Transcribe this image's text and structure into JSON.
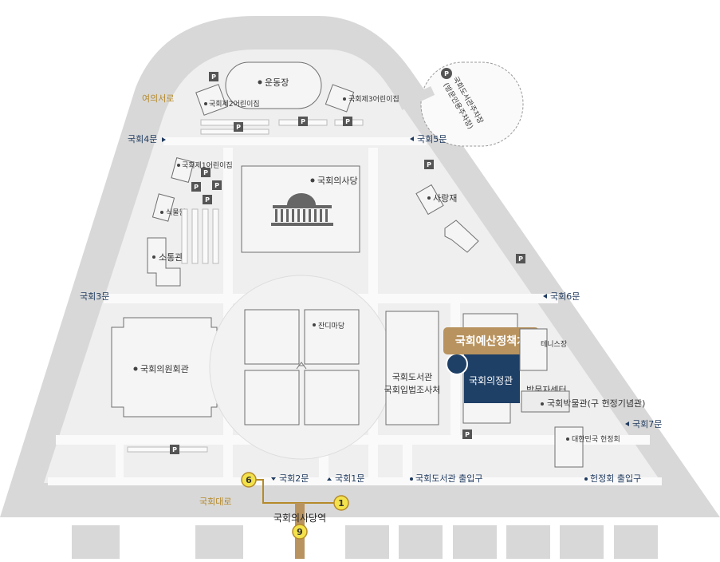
{
  "map": {
    "highlight_label": "국회예산정책처",
    "parking_letter": "P",
    "roads": {
      "yeouiseoro": "여의서로",
      "gukhoedaero": "국회대로"
    },
    "gates": {
      "gate1": "국회1문",
      "gate2": "국회2문",
      "gate3": "국회3문",
      "gate4": "국회4문",
      "gate5": "국회5문",
      "gate6": "국회6문",
      "gate7": "국회7문",
      "library_entrance": "국회도서관 출입구",
      "constitution_entrance": "헌정회 출입구"
    },
    "buildings": {
      "parking_lot_line1": "국회도서관주차장",
      "parking_lot_line2": "(방문인용주차장)",
      "stadium": "운동장",
      "daycare2": "국회제2어린이집",
      "daycare3": "국회제3어린이집",
      "daycare1": "국회제1어린이집",
      "assembly_hall": "국회의사당",
      "greenhouse": "식물원",
      "sotong": "소통관",
      "sarangjae": "사랑재",
      "members_office": "국회의원회관",
      "lawn": "잔디마당",
      "library_line1": "국회도서관",
      "library_line2": "국회입법조사처",
      "tennis": "테니스장",
      "main_building": "국회의정관",
      "visitor_center": "방문자센터",
      "museum": "국회박물관(구 헌정기념관)",
      "constitution_assoc": "대한민국 헌정회"
    },
    "subway": {
      "station": "국회의사당역",
      "line6": "6",
      "line1": "1",
      "line9": "9"
    }
  }
}
